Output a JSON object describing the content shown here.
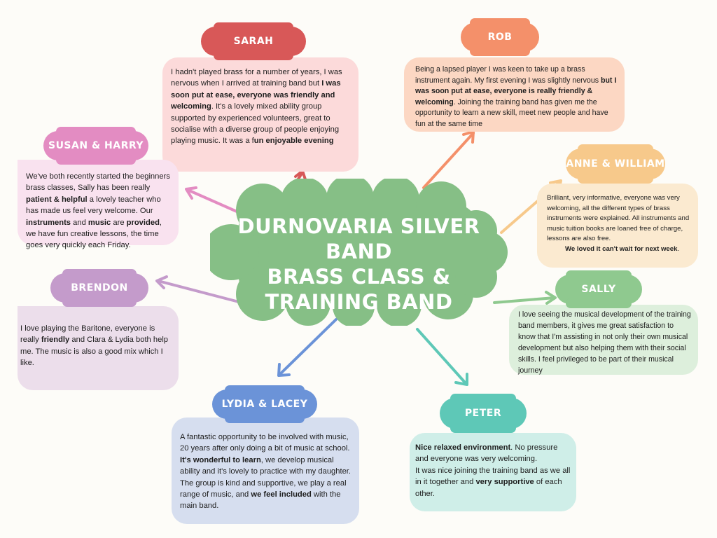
{
  "title": {
    "line1": "DURNOVARIA SILVER BAND",
    "line2": "BRASS CLASS &",
    "line3": "TRAINING BAND"
  },
  "colors": {
    "center": "#86bf86",
    "background": "#fdfcf8"
  },
  "testimonials": [
    {
      "id": "sarah",
      "name": "SARAH",
      "tag_color": "#d85858",
      "box_color": "#fcdada",
      "text": [
        {
          "t": "I hadn't played brass for a number of years, I was nervous when I arrived at training band but "
        },
        {
          "t": "I was soon put at ease, everyone was friendly and welcoming",
          "b": true
        },
        {
          "t": ". It's a lovely mixed ability group supported by experienced volunteers, great to socialise with a diverse group of people enjoying playing music. It was a f"
        },
        {
          "t": "un enjoyable evening",
          "b": true
        }
      ]
    },
    {
      "id": "rob",
      "name": "ROB",
      "tag_color": "#f4906a",
      "box_color": "#fcd7c3",
      "text": [
        {
          "t": "Being a lapsed player I was keen to take up a brass instrument again. My first evening I was slightly nervous "
        },
        {
          "t": "but I was soon put at ease, everyone is really friendly & welcoming",
          "b": true
        },
        {
          "t": ". Joining the training band has given me the opportunity to learn a new skill, meet new people and have fun at the same time"
        }
      ]
    },
    {
      "id": "susan-harry",
      "name": "SUSAN & HARRY",
      "tag_color": "#e38cc2",
      "box_color": "#f9e2ef",
      "text": [
        {
          "t": "We've both recently started the beginners brass classes, Sally has been really "
        },
        {
          "t": "patient & helpful",
          "b": true
        },
        {
          "t": " a lovely teacher who has made us feel very welcome. Our "
        },
        {
          "t": "instruments",
          "b": true
        },
        {
          "t": " and "
        },
        {
          "t": "music",
          "b": true
        },
        {
          "t": " are "
        },
        {
          "t": "provided",
          "b": true
        },
        {
          "t": ", we have fun creative lessons, the time goes very quickly each Friday."
        }
      ]
    },
    {
      "id": "anne-william",
      "name": "ANNE & WILLIAM",
      "tag_color": "#f7c98b",
      "box_color": "#fbead0",
      "text": [
        {
          "t": "Brilliant, very informative, everyone was very welcoming, all the different types of brass instruments were explained. All instruments and music tuition books are loaned free of charge, lessons are also free."
        }
      ],
      "closing": "We loved it can't wait for next week"
    },
    {
      "id": "brendon",
      "name": "BRENDON",
      "tag_color": "#c49bcb",
      "box_color": "#ecdeeb",
      "text": [
        {
          "t": "I love playing the Baritone, everyone is really "
        },
        {
          "t": "friendly",
          "b": true
        },
        {
          "t": " and Clara & Lydia both help me. The music is also a good mix which I like."
        }
      ]
    },
    {
      "id": "sally",
      "name": "SALLY",
      "tag_color": "#8fc98f",
      "box_color": "#ddefdc",
      "text": [
        {
          "t": "I love seeing the musical development of the training band members, it gives me great satisfaction to know that I'm assisting in not only their own musical development but also helping them with their social skills. I feel privileged to be part of their musical journey"
        }
      ]
    },
    {
      "id": "lydia-lacey",
      "name": "LYDIA & LACEY",
      "tag_color": "#6b93d8",
      "box_color": "#d6deef",
      "text": [
        {
          "t": "A fantastic opportunity to be involved with music, 20 years after only doing a bit of music at school. "
        },
        {
          "t": "It's wonderful to learn",
          "b": true
        },
        {
          "t": ", we develop musical ability and it's lovely to  practice with my daughter. The group is kind and supportive, we play a real range of music, and "
        },
        {
          "t": "we feel included",
          "b": true
        },
        {
          "t": " with the main band."
        }
      ]
    },
    {
      "id": "peter",
      "name": "PETER",
      "tag_color": "#5ec8b7",
      "box_color": "#cfeee8",
      "text": [
        {
          "t": "Nice relaxed environment",
          "b": true
        },
        {
          "t": ". No pressure and everyone was very welcoming.\nIt was nice joining the training band as we all in it together and "
        },
        {
          "t": "very supportive",
          "b": true
        },
        {
          "t": " of each other."
        }
      ]
    }
  ]
}
